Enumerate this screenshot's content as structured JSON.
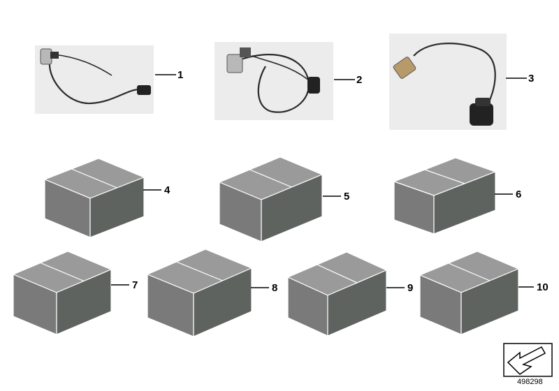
{
  "parts": [
    {
      "id": "1",
      "kind": "cable-sensor"
    },
    {
      "id": "2",
      "kind": "cable-sensor"
    },
    {
      "id": "3",
      "kind": "cable-sensor"
    },
    {
      "id": "4",
      "kind": "box"
    },
    {
      "id": "5",
      "kind": "box"
    },
    {
      "id": "6",
      "kind": "box"
    },
    {
      "id": "7",
      "kind": "box"
    },
    {
      "id": "8",
      "kind": "box"
    },
    {
      "id": "9",
      "kind": "box"
    },
    {
      "id": "10",
      "kind": "box"
    }
  ],
  "diagram_id": "498298",
  "colors": {
    "box_top": "#9a9a9a",
    "box_left": "#7a7a7a",
    "box_right": "#5f6360",
    "outline": "#ffffff",
    "cable": "#2a2a2a"
  }
}
